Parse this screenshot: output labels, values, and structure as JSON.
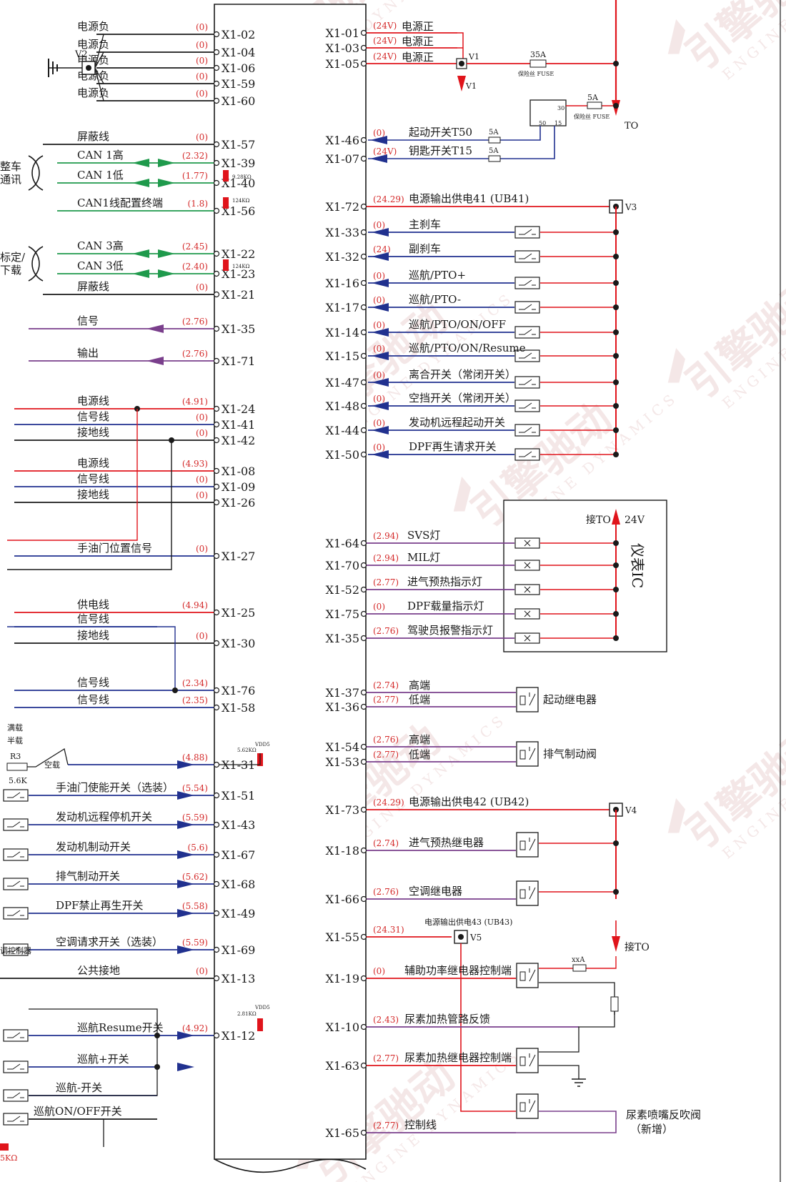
{
  "colors": {
    "red": "#e0141b",
    "green": "#1f9a4c",
    "blue": "#21318f",
    "purple": "#7a3f8c",
    "black": "#1a1a1a",
    "value": "#d42a2a",
    "watermark": "#ecd5d5"
  },
  "watermark": {
    "cn": "引擎驰动",
    "en": "ENGINE DYNAMICS"
  },
  "left": {
    "rows": [
      {
        "pin": "X1-02",
        "label": "电源负",
        "val": "(0)",
        "color": "black"
      },
      {
        "pin": "X1-04",
        "label": "电源负",
        "val": "(0)",
        "color": "black"
      },
      {
        "pin": "X1-06",
        "label": "电源负",
        "val": "(0)",
        "color": "black"
      },
      {
        "pin": "X1-59",
        "label": "电源负",
        "val": "(0)",
        "color": "black"
      },
      {
        "pin": "X1-60",
        "label": "电源负",
        "val": "(0)",
        "color": "black"
      },
      {
        "pin": "X1-57",
        "label": "屏蔽线",
        "val": "(0)",
        "color": "black"
      },
      {
        "pin": "X1-39",
        "label": "CAN 1高",
        "val": "(2.32)",
        "color": "green"
      },
      {
        "pin": "X1-40",
        "label": "CAN 1低",
        "val": "(1.77)",
        "color": "green"
      },
      {
        "pin": "X1-56",
        "label": "CAN1线配置终端",
        "val": "(1.8)",
        "color": "green"
      },
      {
        "pin": "X1-22",
        "label": "CAN 3高",
        "val": "(2.45)",
        "color": "green"
      },
      {
        "pin": "X1-23",
        "label": "CAN 3低",
        "val": "(2.40)",
        "color": "green"
      },
      {
        "pin": "X1-21",
        "label": "屏蔽线",
        "val": "(0)",
        "color": "black"
      },
      {
        "pin": "X1-35",
        "label": "信号",
        "val": "(2.76)",
        "color": "purple"
      },
      {
        "pin": "X1-71",
        "label": "输出",
        "val": "(2.76)",
        "color": "purple"
      },
      {
        "pin": "X1-24",
        "label": "电源线",
        "val": "(4.91)",
        "color": "red"
      },
      {
        "pin": "X1-41",
        "label": "信号线",
        "val": "(0)",
        "color": "blue"
      },
      {
        "pin": "X1-42",
        "label": "接地线",
        "val": "(0)",
        "color": "black"
      },
      {
        "pin": "X1-08",
        "label": "电源线",
        "val": "(4.93)",
        "color": "red"
      },
      {
        "pin": "X1-09",
        "label": "信号线",
        "val": "(0)",
        "color": "blue"
      },
      {
        "pin": "X1-26",
        "label": "接地线",
        "val": "(0)",
        "color": "black"
      },
      {
        "pin": "X1-27",
        "label": "手油门位置信号",
        "val": "(0)",
        "color": "blue"
      },
      {
        "pin": "X1-25",
        "label": "供电线",
        "val": "(4.94)",
        "color": "red"
      },
      {
        "pin": "",
        "label": "信号线",
        "val": "",
        "color": "blue"
      },
      {
        "pin": "X1-30",
        "label": "接地线",
        "val": "(0)",
        "color": "black"
      },
      {
        "pin": "X1-76",
        "label": "信号线",
        "val": "(2.34)",
        "color": "blue"
      },
      {
        "pin": "X1-58",
        "label": "信号线",
        "val": "(2.35)",
        "color": "blue"
      },
      {
        "pin": "X1-31",
        "label": "",
        "val": "(4.88)",
        "color": "blue"
      },
      {
        "pin": "X1-51",
        "label": "手油门使能开关（选装）",
        "val": "(5.54)",
        "color": "blue"
      },
      {
        "pin": "X1-43",
        "label": "发动机远程停机开关",
        "val": "(5.59)",
        "color": "blue"
      },
      {
        "pin": "X1-67",
        "label": "发动机制动开关",
        "val": "(5.6)",
        "color": "blue"
      },
      {
        "pin": "X1-68",
        "label": "排气制动开关",
        "val": "(5.62)",
        "color": "blue"
      },
      {
        "pin": "X1-49",
        "label": "DPF禁止再生开关",
        "val": "(5.58)",
        "color": "blue"
      },
      {
        "pin": "X1-69",
        "label": "空调请求开关（选装）",
        "val": "(5.59)",
        "color": "blue"
      },
      {
        "pin": "X1-13",
        "label": "公共接地",
        "val": "(0)",
        "color": "black"
      },
      {
        "pin": "X1-12",
        "label": "巡航Resume开关",
        "val": "(4.92)",
        "color": "blue"
      },
      {
        "pin": "",
        "label": "巡航+开关",
        "val": "",
        "color": "blue"
      },
      {
        "pin": "",
        "label": "巡航-开关",
        "val": "",
        "color": "blue"
      },
      {
        "pin": "",
        "label": "巡航ON/OFF开关",
        "val": "",
        "color": "black"
      }
    ],
    "misc": {
      "v2": "V2",
      "can_group1": [
        "整车",
        "通讯"
      ],
      "can_group2": [
        "标定/",
        "下载"
      ],
      "r_9k": "9.28KΩ",
      "r_124k": "124KΩ",
      "r_124k_b": "124KΩ",
      "load_full": "满载",
      "load_half": "半载",
      "load_empty": "空载",
      "r3": "R3",
      "r3_val": "5.6K",
      "vdd5_a": "VDD5",
      "r_562": "5.62KΩ",
      "vdd5_b": "VDD5",
      "r_281": "2.81KΩ",
      "ac_ctrl": "调控制器",
      "bottom_r": "5KΩ"
    }
  },
  "right": {
    "top_rows": [
      {
        "pin": "X1-01",
        "val": "(24V)",
        "label": "电源正"
      },
      {
        "pin": "X1-03",
        "val": "(24V)",
        "label": "电源正"
      },
      {
        "pin": "X1-05",
        "val": "(24V)",
        "label": "电源正"
      }
    ],
    "v1": "V1",
    "v1_arrow": "V1",
    "fuse_35": "35A",
    "fuse_35_note": "保险丝 FUSE",
    "fuse_5": "5A",
    "fuse_5_note": "保险丝 FUSE",
    "to": "TO",
    "key_30": "30",
    "key_50": "50",
    "key_15": "15",
    "key_rows": [
      {
        "pin": "X1-46",
        "val": "(0)",
        "label": "起动开关T50",
        "fuse": "5A"
      },
      {
        "pin": "X1-07",
        "val": "(24V)",
        "label": "钥匙开关T15",
        "fuse": "5A"
      }
    ],
    "ub41": {
      "pin": "X1-72",
      "val": "(24.29)",
      "label": "电源输出供电41 (UB41)",
      "v": "V3"
    },
    "switch_rows": [
      {
        "pin": "X1-33",
        "val": "(0)",
        "label": "主刹车"
      },
      {
        "pin": "X1-32",
        "val": "(24)",
        "label": "副刹车"
      },
      {
        "pin": "X1-16",
        "val": "(0)",
        "label": "巡航/PTO+"
      },
      {
        "pin": "X1-17",
        "val": "(0)",
        "label": "巡航/PTO-"
      },
      {
        "pin": "X1-14",
        "val": "(0)",
        "label": "巡航/PTO/ON/OFF"
      },
      {
        "pin": "X1-15",
        "val": "(0)",
        "label": "巡航/PTO/ON/Resume"
      },
      {
        "pin": "X1-47",
        "val": "(0)",
        "label": "离合开关（常闭开关）"
      },
      {
        "pin": "X1-48",
        "val": "(0)",
        "label": "空挡开关（常闭开关）"
      },
      {
        "pin": "X1-44",
        "val": "(0)",
        "label": "发动机远程起动开关"
      },
      {
        "pin": "X1-50",
        "val": "(0)",
        "label": "DPF再生请求开关"
      }
    ],
    "ic_box": {
      "title": "仪表IC",
      "to_label": "接TO",
      "volt": "24V"
    },
    "lamp_rows": [
      {
        "pin": "X1-64",
        "val": "(2.94)",
        "label": "SVS灯"
      },
      {
        "pin": "X1-70",
        "val": "(2.94)",
        "label": "MIL灯"
      },
      {
        "pin": "X1-52",
        "val": "(2.77)",
        "label": "进气预热指示灯"
      },
      {
        "pin": "X1-75",
        "val": "(0)",
        "label": "DPF载量指示灯"
      },
      {
        "pin": "X1-35",
        "val": "(2.76)",
        "label": "驾驶员报警指示灯"
      }
    ],
    "relay1": {
      "rows": [
        {
          "pin": "X1-37",
          "val": "(2.74)",
          "label": "高端"
        },
        {
          "pin": "X1-36",
          "val": "(2.77)",
          "label": "低端"
        }
      ],
      "name": "起动继电器"
    },
    "relay2": {
      "rows": [
        {
          "pin": "X1-54",
          "val": "(2.76)",
          "label": "高端"
        },
        {
          "pin": "X1-53",
          "val": "(2.77)",
          "label": "低端"
        }
      ],
      "name": "排气制动阀"
    },
    "ub42": {
      "pin": "X1-73",
      "val": "(24.29)",
      "label": "电源输出供电42 (UB42)",
      "v": "V4"
    },
    "relay_rows": [
      {
        "pin": "X1-18",
        "val": "(2.74)",
        "label": "进气预热继电器"
      },
      {
        "pin": "X1-66",
        "val": "(2.76)",
        "label": "空调继电器"
      }
    ],
    "ub43": {
      "pin": "X1-55",
      "val": "(24.31)",
      "label": "电源输出供电43 (UB43)",
      "v": "V5"
    },
    "to_label2": "接TO",
    "xxa": "xxA",
    "bottom_rows": [
      {
        "pin": "X1-19",
        "val": "(0)",
        "label": "辅助功率继电器控制端"
      },
      {
        "pin": "X1-10",
        "val": "(2.43)",
        "label": "尿素加热管路反馈"
      },
      {
        "pin": "X1-63",
        "val": "(2.77)",
        "label": "尿素加热继电器控制端"
      },
      {
        "pin": "X1-65",
        "val": "(2.77)",
        "label": "控制线"
      }
    ],
    "nozzle": [
      "尿素喷嘴反吹阀",
      "（新增）"
    ]
  }
}
